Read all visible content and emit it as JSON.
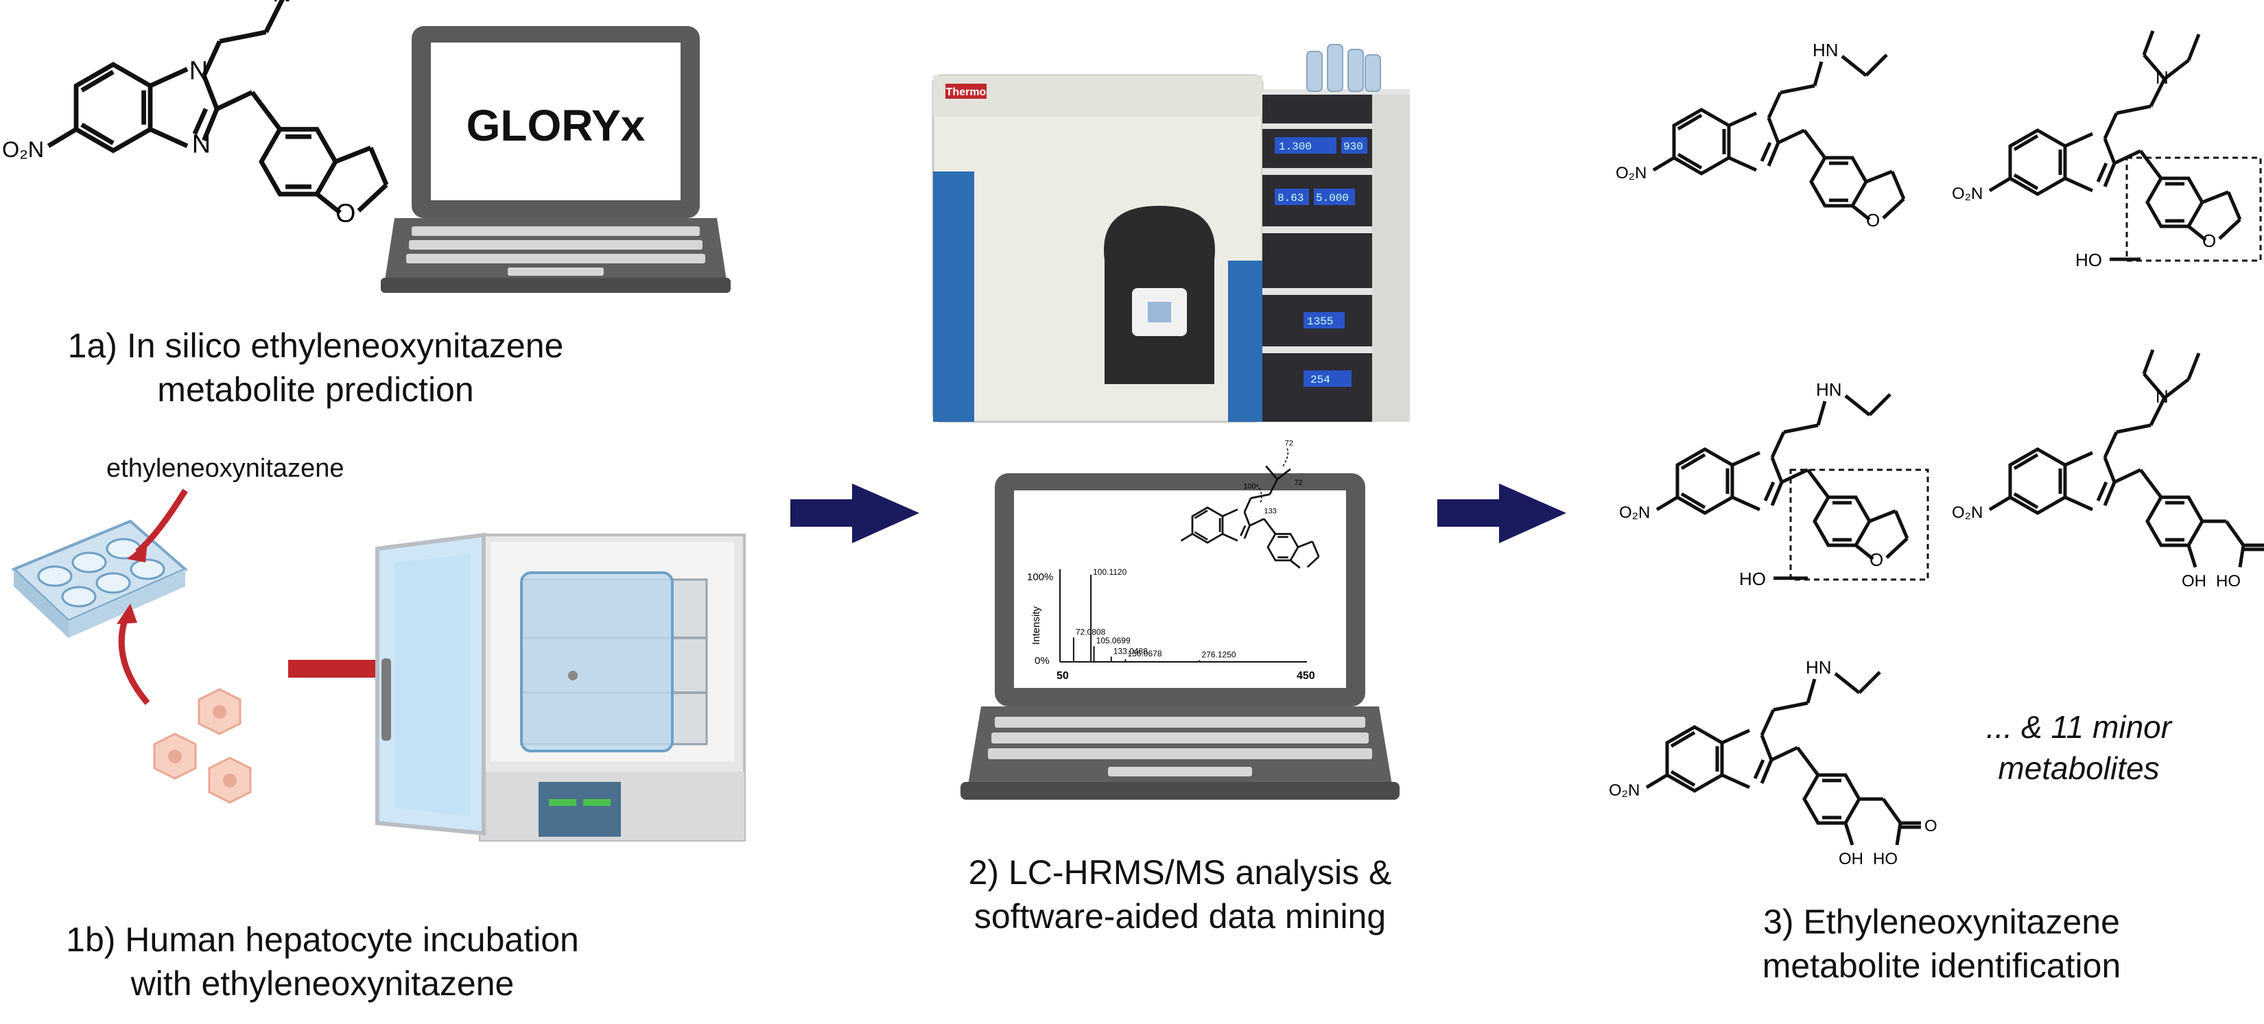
{
  "step1a": {
    "laptop_text": "GLORYx",
    "caption_line1": "1a) In silico ethyleneoxynitazene",
    "caption_line2": "metabolite prediction"
  },
  "step1b": {
    "compound_label": "ethyleneoxynitazene",
    "caption_line1": "1b) Human hepatocyte incubation",
    "caption_line2": "with ethyleneoxynitazene"
  },
  "step2": {
    "instrument_brand": "Thermo",
    "caption_line1": "2) LC-HRMS/MS analysis &",
    "caption_line2": "software-aided data mining",
    "spectrum": {
      "y_top_label": "100%",
      "y_bottom_label": "0%",
      "y_axis_title": "Intensity",
      "x_min_label": "50",
      "x_max_label": "450",
      "peaks": [
        {
          "mz": "72.0808",
          "rel": 28
        },
        {
          "mz": "100.1120",
          "rel": 100
        },
        {
          "mz": "105.0699",
          "rel": 18
        },
        {
          "mz": "133.0488",
          "rel": 6
        },
        {
          "mz": "156.0678",
          "rel": 3
        },
        {
          "mz": "276.1250",
          "rel": 2
        }
      ],
      "fragment_labels": [
        "72",
        "72",
        "100",
        "133"
      ]
    },
    "display_values": [
      "1.300",
      "930",
      "8.63",
      "5.000",
      "1355",
      "254"
    ]
  },
  "step3": {
    "caption_line1": "3) Ethyleneoxynitazene",
    "caption_line2": "metabolite identification",
    "minor_line1": "... & 11 minor",
    "minor_line2": "metabolites"
  },
  "chem_labels": {
    "nitro": "O₂N",
    "n_amine": "N",
    "hn_amine": "HN",
    "ring_n": "N",
    "ring_o": "O",
    "hydroxy": "HO",
    "oh": "OH",
    "acid_o": "O",
    "acid_ho": "HO"
  },
  "colors": {
    "arrow_navy": "#1a1a5e",
    "arrow_red": "#c0272d",
    "screen_blue": "#2c5fa8",
    "laptop_gray": "#5a5a5a"
  }
}
